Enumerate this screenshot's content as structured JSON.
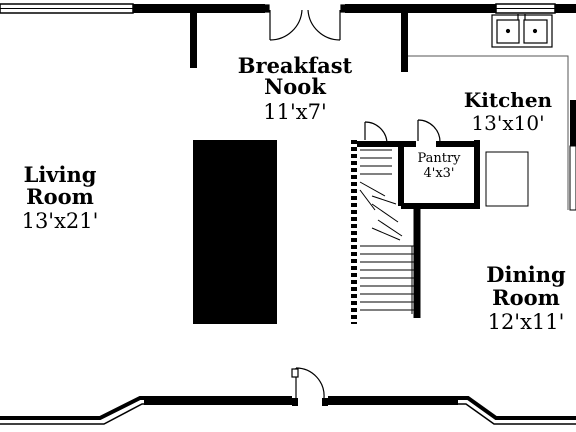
{
  "rooms": {
    "breakfast_nook": {
      "name_line1": "Breakfast",
      "name_line2": "Nook",
      "dimensions": "11'x7'"
    },
    "kitchen": {
      "name": "Kitchen",
      "dimensions": "13'x10'"
    },
    "pantry": {
      "name": "Pantry",
      "dimensions": "4'x3'"
    },
    "living_room": {
      "name_line1": "Living",
      "name_line2": "Room",
      "dimensions": "13'x21'"
    },
    "dining_room": {
      "name_line1": "Dining",
      "name_line2": "Room",
      "dimensions": "12'x11'"
    }
  },
  "colors": {
    "wall": "#000000",
    "background": "#ffffff",
    "fixture": "#555555"
  }
}
